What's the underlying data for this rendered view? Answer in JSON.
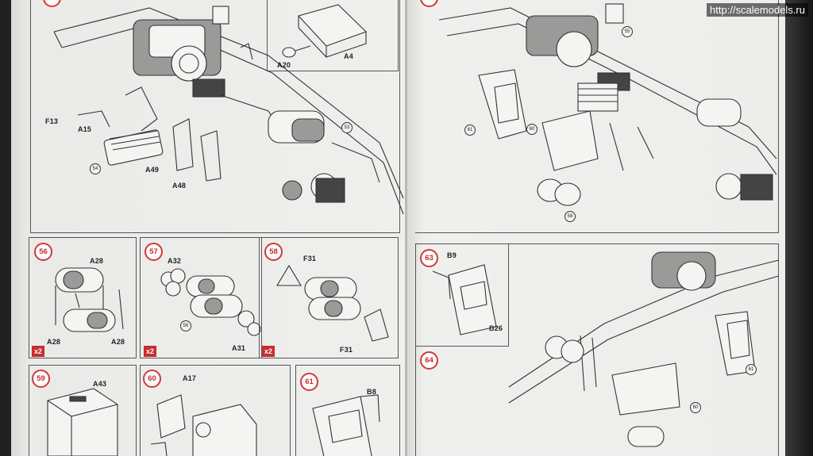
{
  "watermark": "http://scalemodels.ru",
  "left_page": {
    "step_54_55": {
      "parts": [
        "F13",
        "A15",
        "A49",
        "A48",
        "A20",
        "A4"
      ],
      "refs": [
        "54",
        "53"
      ]
    },
    "step_56": {
      "number": "56",
      "parts": [
        "A28",
        "A28",
        "A28"
      ],
      "multiplier": "x2"
    },
    "step_57": {
      "number": "57",
      "parts": [
        "A32",
        "A31"
      ],
      "refs": [
        "56"
      ],
      "multiplier": "x2"
    },
    "step_58": {
      "number": "58",
      "parts": [
        "F31",
        "F31"
      ],
      "multiplier": "x2"
    },
    "step_59": {
      "number": "59",
      "parts": [
        "A43"
      ]
    },
    "step_60": {
      "number": "60",
      "parts": [
        "A17"
      ]
    },
    "step_61": {
      "number": "61",
      "parts": [
        "B8"
      ]
    }
  },
  "right_page": {
    "top": {
      "refs": [
        "55",
        "61",
        "60",
        "58"
      ]
    },
    "step_63": {
      "number": "63",
      "parts": [
        "B9",
        "B26"
      ]
    },
    "step_64": {
      "number": "64",
      "refs": [
        "61",
        "60"
      ]
    }
  }
}
